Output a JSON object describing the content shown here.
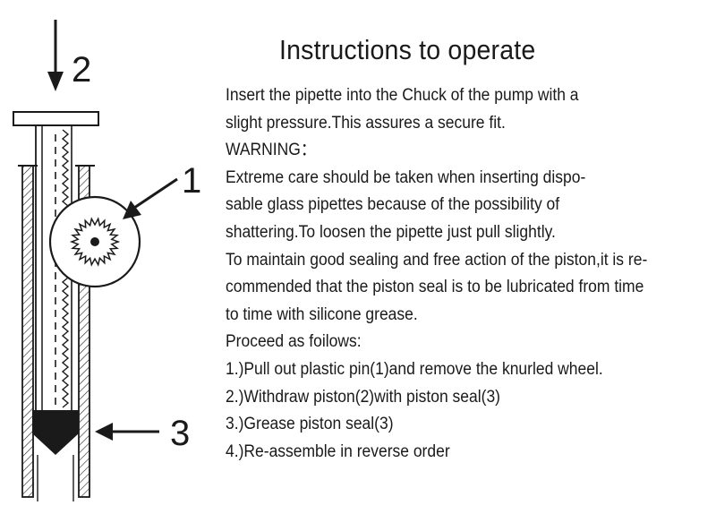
{
  "title": "Instructions to operate",
  "lines": [
    "Insert the pipette into the Chuck of the pump with a",
    "slight pressure.This assures a secure fit.",
    "WARNING：",
    "Extreme care should be taken when inserting dispo-",
    "sable glass pipettes because of the possibility of",
    "shattering.To loosen the pipette just pull slightly.",
    "To maintain good sealing and free action of the piston,it is re-",
    "commended that the piston seal is to be lubricated from time",
    "to time with silicone grease.",
    "Proceed as foilows:",
    "1.)Pull out plastic pin(1)and remove the knurled wheel.",
    "2.)Withdraw piston(2)with piston seal(3)",
    "3.)Grease piston seal(3)",
    "4.)Re-assemble in reverse order"
  ],
  "diagram": {
    "callouts": [
      "1",
      "2",
      "3"
    ]
  }
}
